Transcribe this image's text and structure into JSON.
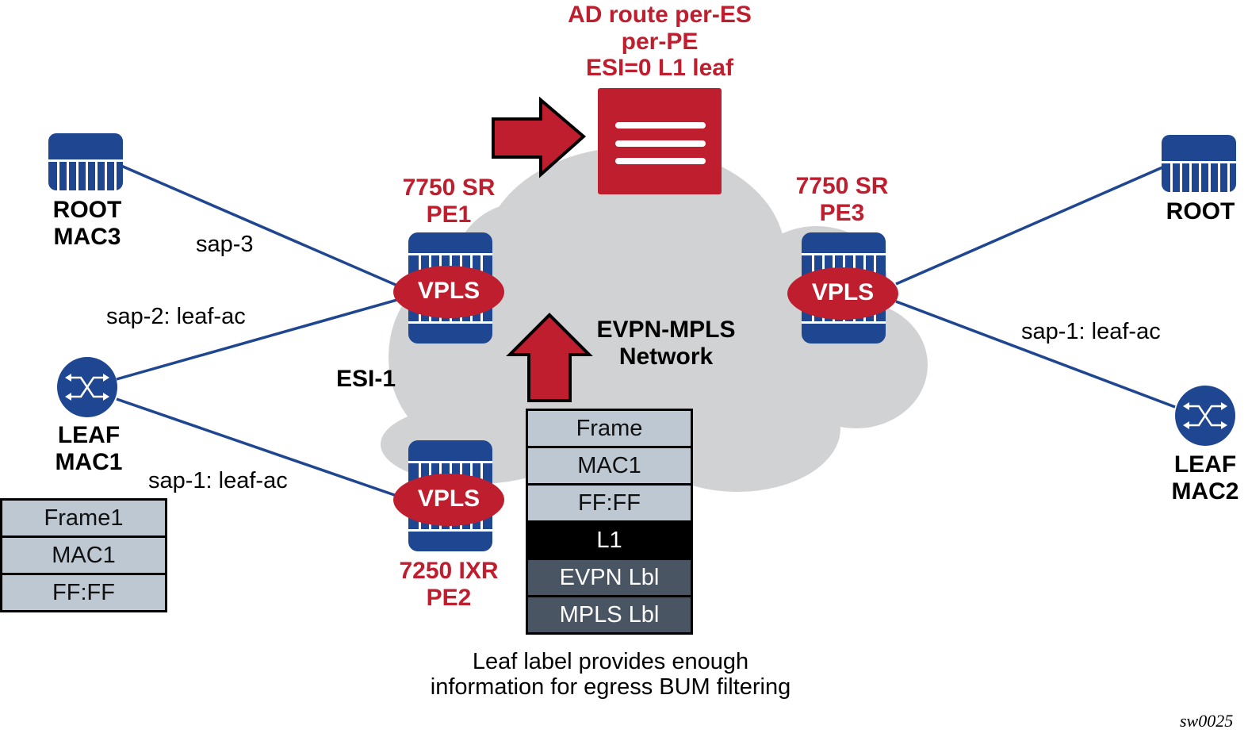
{
  "colors": {
    "device_blue": "#1f4690",
    "accent_red": "#be1e2d",
    "cloud_gray": "#d1d2d4",
    "frame_light": "#bdc8d3",
    "label_dark": "#4a5563"
  },
  "route": {
    "title_lines": [
      "AD route per-ES",
      "per-PE",
      "ESI=0 L1 leaf"
    ],
    "icon": "route-document-icon"
  },
  "network": {
    "name_lines": [
      "EVPN-MPLS",
      "Network"
    ],
    "esi_label": "ESI-1"
  },
  "devices": {
    "pe1": {
      "model": "7750 SR",
      "name": "PE1",
      "service": "VPLS"
    },
    "pe2": {
      "model": "7250 IXR",
      "name": "PE2",
      "service": "VPLS"
    },
    "pe3": {
      "model": "7750 SR",
      "name": "PE3",
      "service": "VPLS"
    },
    "root_left": {
      "lines": [
        "ROOT",
        "MAC3"
      ]
    },
    "root_right": {
      "lines": [
        "ROOT"
      ]
    },
    "leaf_left": {
      "lines": [
        "LEAF",
        "MAC1"
      ]
    },
    "leaf_right": {
      "lines": [
        "LEAF",
        "MAC2"
      ]
    }
  },
  "links": {
    "sap3": "sap-3",
    "sap2": "sap-2: leaf-ac",
    "sap1_left": "sap-1: leaf-ac",
    "sap1_right": "sap-1: leaf-ac"
  },
  "frame_left": [
    "Frame1",
    "MAC1",
    "FF:FF"
  ],
  "frame_center": [
    {
      "text": "Frame",
      "style": "light"
    },
    {
      "text": "MAC1",
      "style": "light"
    },
    {
      "text": "FF:FF",
      "style": "light"
    },
    {
      "text": "L1",
      "style": "black"
    },
    {
      "text": "EVPN Lbl",
      "style": "dark"
    },
    {
      "text": "MPLS Lbl",
      "style": "dark"
    }
  ],
  "caption_lines": [
    "Leaf label provides enough",
    "information for egress BUM filtering"
  ],
  "figure_id": "sw0025"
}
